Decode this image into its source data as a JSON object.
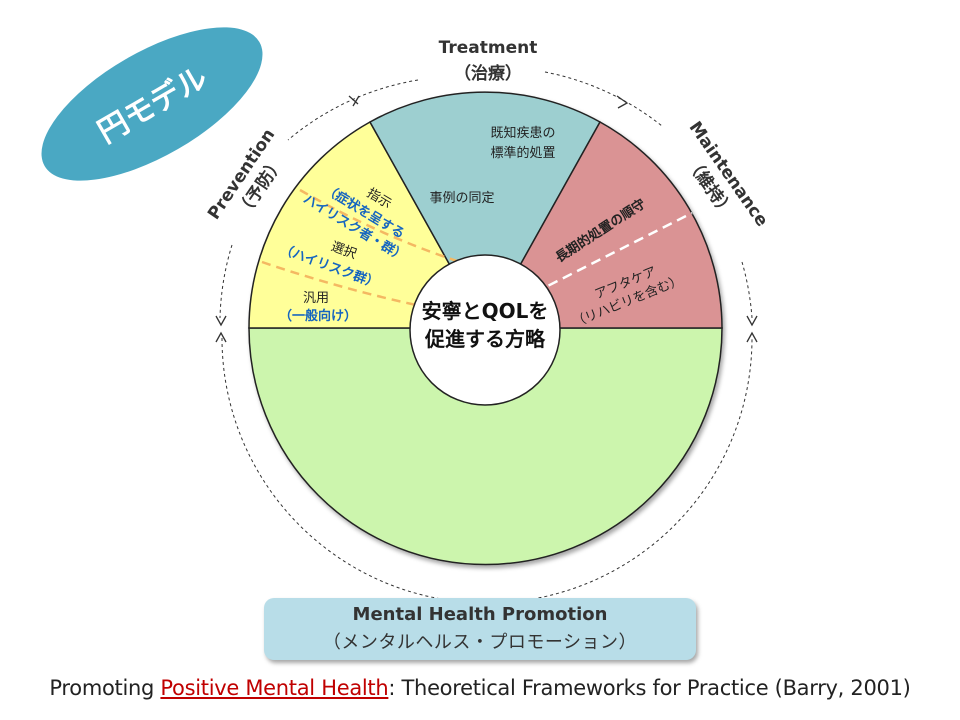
{
  "badge": {
    "label": "円モデル"
  },
  "arcs": {
    "treatment": {
      "title": "Treatment",
      "sub": "（治療）"
    },
    "prevention": {
      "title": "Prevention",
      "sub": "（予防）"
    },
    "maintenance": {
      "title": "Maintenance",
      "sub": "（維持）"
    }
  },
  "treatment_sector": {
    "line1": "既知疾患の",
    "line2": "標準的処置",
    "case_id": "事例の同定"
  },
  "prevention_sector": {
    "indicated": "指示",
    "indicated_desc1": "（症状を呈する",
    "indicated_desc2": "ハイリスク者・群）",
    "selective": "選択",
    "selective_desc": "（ハイリスク群）",
    "universal": "汎用",
    "universal_desc": "（一般向け）"
  },
  "maintenance_sector": {
    "long_term": "長期的処置の順守",
    "aftercare": "アフタケア",
    "aftercare_desc": "（リハビリを含む）"
  },
  "center": {
    "line1": "安寧とQOLを",
    "line2": "促進する方略"
  },
  "promotion": {
    "title": "Mental Health Promotion",
    "sub": "（メンタルヘルス・プロモーション）"
  },
  "citation": {
    "prefix": "Promoting ",
    "link": "Positive Mental Health",
    "suffix": ": Theoretical Frameworks for Practice (Barry, 2001)"
  },
  "colors": {
    "treatment": "#9dcfd0",
    "prevention": "#ffff99",
    "maintenance": "#da9394",
    "promotion": "#ccf5ad",
    "badge": "#4aa8c3",
    "promo_box": "#b8dde8",
    "dash": "#f4b862"
  }
}
